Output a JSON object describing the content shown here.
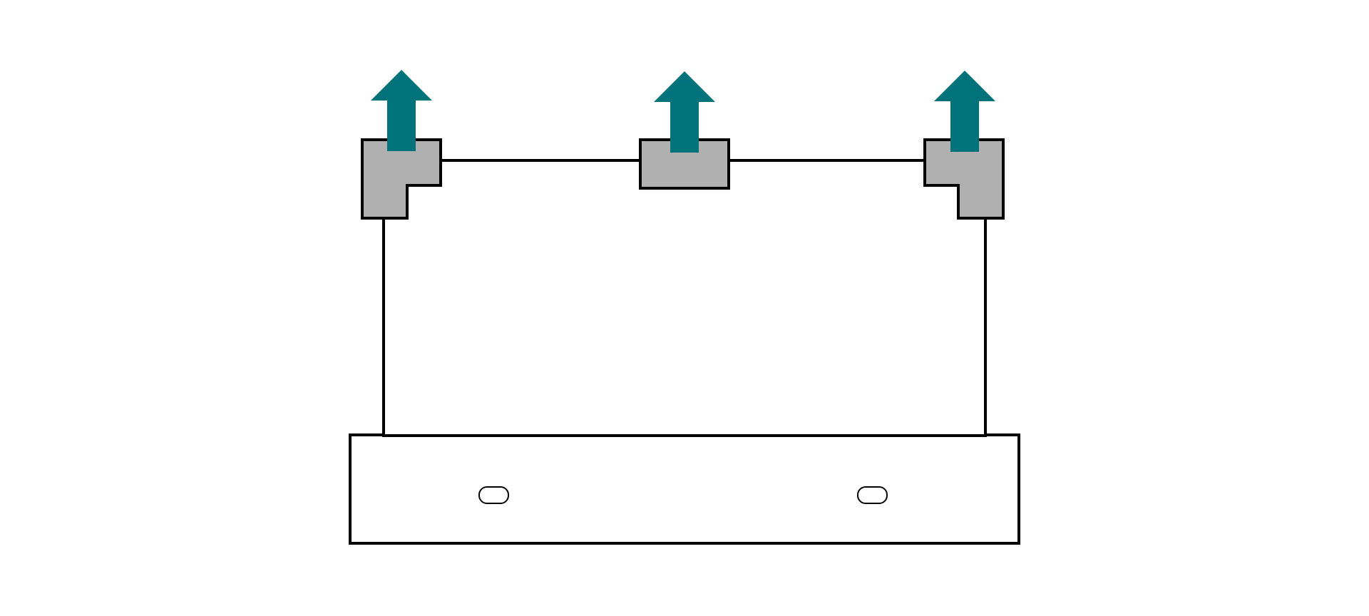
{
  "diagram": {
    "colors": {
      "line": "#000000",
      "bracket_fill": "#b0b0b0",
      "arrow_fill": "#00727a",
      "background": "#ffffff"
    },
    "shapes": {
      "brackets": [
        {
          "id": "left",
          "shape": "L-shaped corner bracket"
        },
        {
          "id": "center",
          "shape": "rectangular bracket"
        },
        {
          "id": "right",
          "shape": "L-shaped corner bracket"
        }
      ],
      "arrows": [
        {
          "id": "left",
          "direction": "up"
        },
        {
          "id": "center",
          "direction": "up"
        },
        {
          "id": "right",
          "direction": "up"
        }
      ],
      "slots": [
        {
          "id": "left"
        },
        {
          "id": "right"
        }
      ]
    }
  }
}
